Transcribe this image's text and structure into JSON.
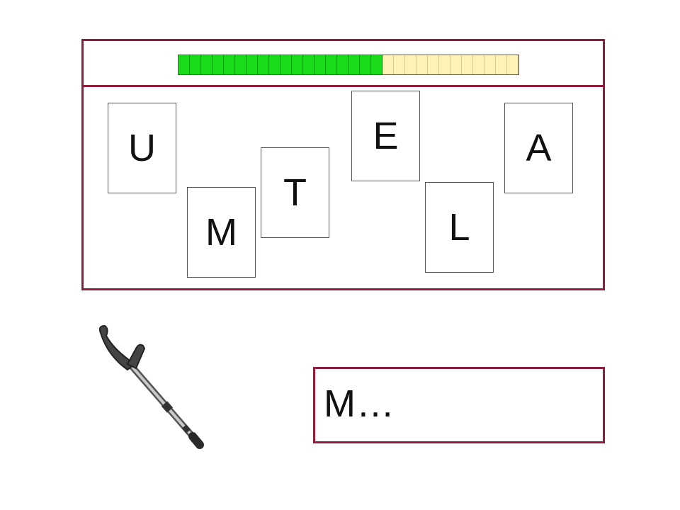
{
  "progress": {
    "filled_segments": 18,
    "total_segments": 30,
    "filled_color": "#1bd91b",
    "empty_color": "#fff4b8"
  },
  "cards": [
    {
      "letter": "U"
    },
    {
      "letter": "M"
    },
    {
      "letter": "T"
    },
    {
      "letter": "E"
    },
    {
      "letter": "L"
    },
    {
      "letter": "A"
    }
  ],
  "answer": {
    "text": "M…"
  },
  "picture": {
    "icon": "crutch-icon"
  },
  "colors": {
    "frame": "#8f1d3b"
  }
}
